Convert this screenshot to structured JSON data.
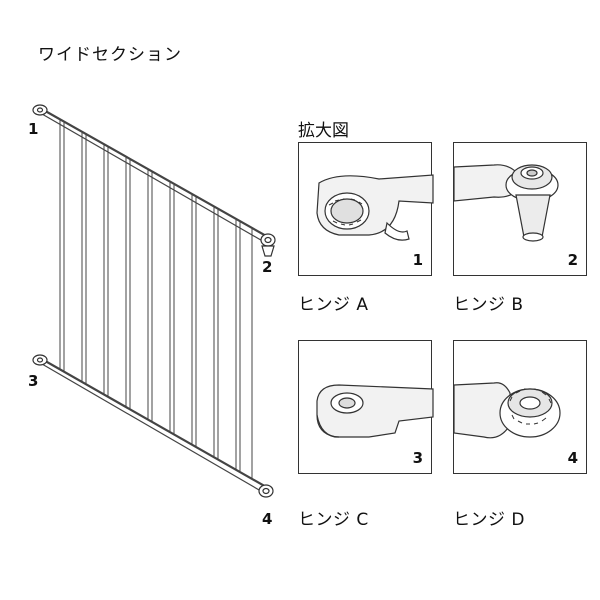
{
  "title": "ワイドセクション",
  "zoom_title": "拡大図",
  "callouts": [
    "1",
    "2",
    "3",
    "4"
  ],
  "panels": [
    {
      "number": "1",
      "label": "ヒンジ A"
    },
    {
      "number": "2",
      "label": "ヒンジ B"
    },
    {
      "number": "3",
      "label": "ヒンジ C"
    },
    {
      "number": "4",
      "label": "ヒンジ D"
    }
  ]
}
